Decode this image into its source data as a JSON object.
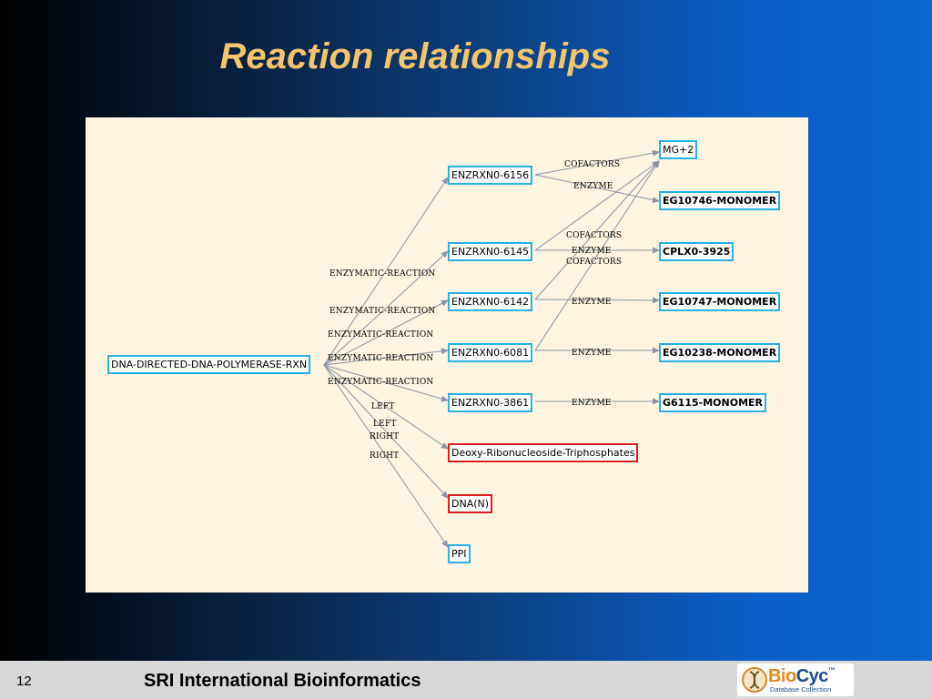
{
  "title": "Reaction relationships",
  "diagram": {
    "nodes": {
      "rxn": "DNA-DIRECTED-DNA-POLYMERASE-RXN",
      "e6156": "ENZRXN0-6156",
      "e6145": "ENZRXN0-6145",
      "e6142": "ENZRXN0-6142",
      "e6081": "ENZRXN0-6081",
      "e3861": "ENZRXN0-3861",
      "deoxy": "Deoxy-Ribonucleoside-Triphosphates",
      "dna": "DNA(N)",
      "ppi": "PPI",
      "mg": "MG+2",
      "eg10746": "EG10746-MONOMER",
      "cplx": "CPLX0-3925",
      "eg10747": "EG10747-MONOMER",
      "eg10238": "EG10238-MONOMER",
      "g6115": "G6115-MONOMER"
    },
    "edge_labels": {
      "er1": "ENZYMATIC-REACTION",
      "er2": "ENZYMATIC-REACTION",
      "er3": "ENZYMATIC-REACTION",
      "er4": "ENZYMATIC-REACTION",
      "er5": "ENZYMATIC-REACTION",
      "left1": "LEFT",
      "left2": "LEFT",
      "right1": "RIGHT",
      "right2": "RIGHT",
      "cof1": "COFACTORS",
      "enz1": "ENZYME",
      "cof2": "COFACTORS",
      "enz2": "ENZYME",
      "cof3": "COFACTORS",
      "enz3": "ENZYME",
      "enz4": "ENZYME",
      "enz5": "ENZYME"
    },
    "colors": {
      "node_border": "#2ab0e6",
      "compound_border": "#e01b1b",
      "edge": "#8a94a6",
      "background": "#fdf4e2"
    }
  },
  "footer": {
    "page_number": "12",
    "organization": "SRI International Bioinformatics",
    "logo_bio": "Bio",
    "logo_cyc": "Cyc",
    "logo_tm": "™",
    "logo_subtitle": "Database Collection"
  }
}
